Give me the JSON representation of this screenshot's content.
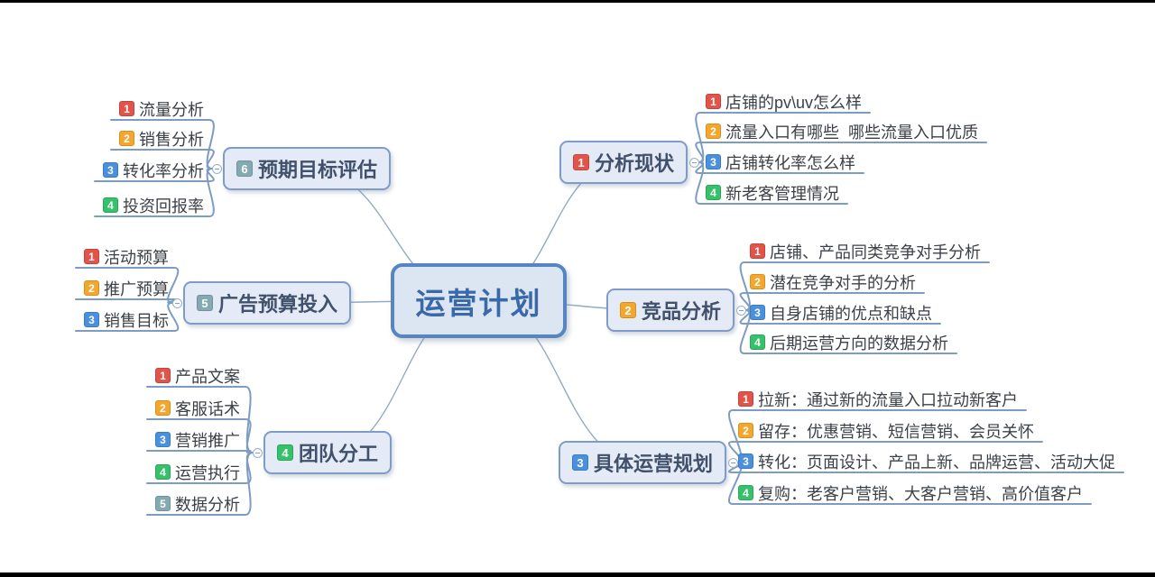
{
  "app": {
    "kind": "mindmap"
  },
  "colors": {
    "red": "#e2544a",
    "orange": "#f3a72e",
    "blue": "#4a90dc",
    "green": "#35c26a",
    "teal": "#84a9b0",
    "branch_line": "#7d9cc4",
    "center_line": "#93a9c4",
    "center_text": "#3a69a8",
    "node_bg": "#e4ebf6",
    "node_border": "#7e9cc6",
    "center_bg": "#dce6f3",
    "center_border": "#5586c3"
  },
  "center": {
    "label": "运营计划"
  },
  "branches": [
    {
      "label": "分析现状",
      "num": "1",
      "color": "red",
      "side": "right",
      "children": [
        {
          "num": "1",
          "color": "red",
          "text": "店铺的pv\\uv怎么样"
        },
        {
          "num": "2",
          "color": "orange",
          "text": "流量入口有哪些  哪些流量入口优质"
        },
        {
          "num": "3",
          "color": "blue",
          "text": "店铺转化率怎么样"
        },
        {
          "num": "4",
          "color": "green",
          "text": "新老客管理情况"
        }
      ]
    },
    {
      "label": "竞品分析",
      "num": "2",
      "color": "orange",
      "side": "right",
      "children": [
        {
          "num": "1",
          "color": "red",
          "text": "店铺、产品同类竞争对手分析"
        },
        {
          "num": "2",
          "color": "orange",
          "text": "潜在竞争对手的分析"
        },
        {
          "num": "3",
          "color": "blue",
          "text": "自身店铺的优点和缺点"
        },
        {
          "num": "4",
          "color": "green",
          "text": "后期运营方向的数据分析"
        }
      ]
    },
    {
      "label": "具体运营规划",
      "num": "3",
      "color": "blue",
      "side": "right",
      "children": [
        {
          "num": "1",
          "color": "red",
          "text": "拉新：通过新的流量入口拉动新客户"
        },
        {
          "num": "2",
          "color": "orange",
          "text": "留存：优惠营销、短信营销、会员关怀"
        },
        {
          "num": "3",
          "color": "blue",
          "text": "转化：页面设计、产品上新、品牌运营、活动大促"
        },
        {
          "num": "4",
          "color": "green",
          "text": "复购：老客户营销、大客户营销、高价值客户"
        }
      ]
    },
    {
      "label": "团队分工",
      "num": "4",
      "color": "green",
      "side": "left",
      "children": [
        {
          "num": "1",
          "color": "red",
          "text": "产品文案"
        },
        {
          "num": "2",
          "color": "orange",
          "text": "客服话术"
        },
        {
          "num": "3",
          "color": "blue",
          "text": "营销推广"
        },
        {
          "num": "4",
          "color": "green",
          "text": "运营执行"
        },
        {
          "num": "5",
          "color": "teal",
          "text": "数据分析"
        }
      ]
    },
    {
      "label": "广告预算投入",
      "num": "5",
      "color": "teal",
      "side": "left",
      "children": [
        {
          "num": "1",
          "color": "red",
          "text": "活动预算"
        },
        {
          "num": "2",
          "color": "orange",
          "text": "推广预算"
        },
        {
          "num": "3",
          "color": "blue",
          "text": "销售目标"
        }
      ]
    },
    {
      "label": "预期目标评估",
      "num": "6",
      "color": "teal",
      "side": "left",
      "children": [
        {
          "num": "1",
          "color": "red",
          "text": "流量分析"
        },
        {
          "num": "2",
          "color": "orange",
          "text": "销售分析"
        },
        {
          "num": "3",
          "color": "blue",
          "text": "转化率分析"
        },
        {
          "num": "4",
          "color": "green",
          "text": "投资回报率"
        }
      ]
    }
  ]
}
